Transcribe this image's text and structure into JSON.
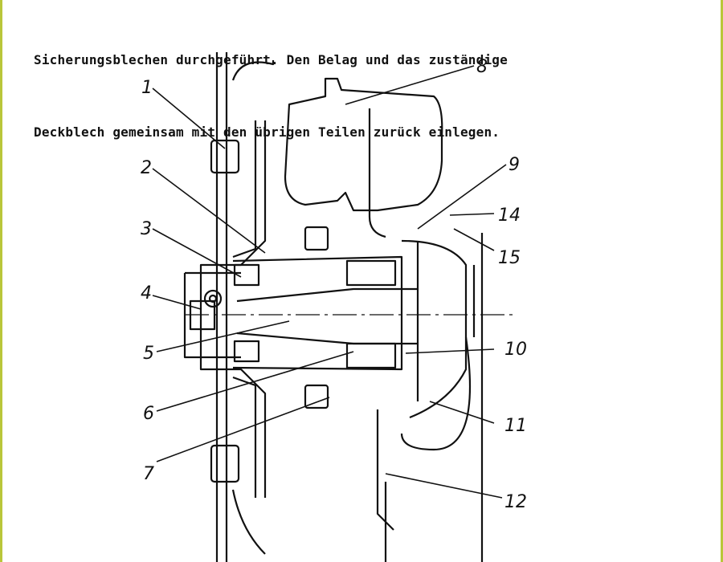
{
  "text": {
    "line1": "Sicherungsblechen durchgeführt. Den Belag und das zuständige",
    "line2": "Deckblech gemeinsam mit den übrigen Teilen zurück einlegen."
  },
  "figure": {
    "callouts": [
      "1",
      "2",
      "3",
      "4",
      "5",
      "6",
      "7",
      "8",
      "9",
      "10",
      "11",
      "12",
      "14",
      "15"
    ]
  },
  "colors": {
    "frame": "#b9c63a",
    "ink": "#111111"
  }
}
